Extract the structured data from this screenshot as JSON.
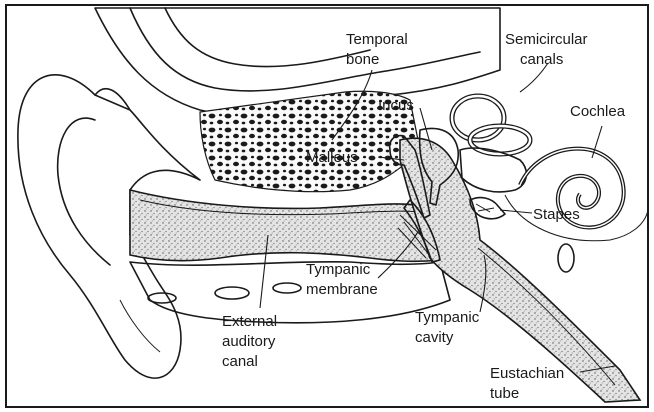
{
  "labels": {
    "temporal_bone": [
      "Temporal",
      "bone"
    ],
    "semicircular_canals": [
      "Semicircular",
      "canals"
    ],
    "incus": "Incus",
    "cochlea": "Cochlea",
    "malleus": "Malleus",
    "stapes": "Stapes",
    "tympanic_membrane": [
      "Tympanic",
      "membrane"
    ],
    "external_auditory_canal": [
      "External",
      "auditory",
      "canal"
    ],
    "tympanic_cavity": [
      "Tympanic",
      "cavity"
    ],
    "eustachian_tube": [
      "Eustachian",
      "tube"
    ]
  },
  "colors": {
    "ink": "#1a1a1a",
    "canal_fill": "#e2e2e2",
    "bone_fill": "#f4f4f4",
    "paper": "#ffffff"
  }
}
